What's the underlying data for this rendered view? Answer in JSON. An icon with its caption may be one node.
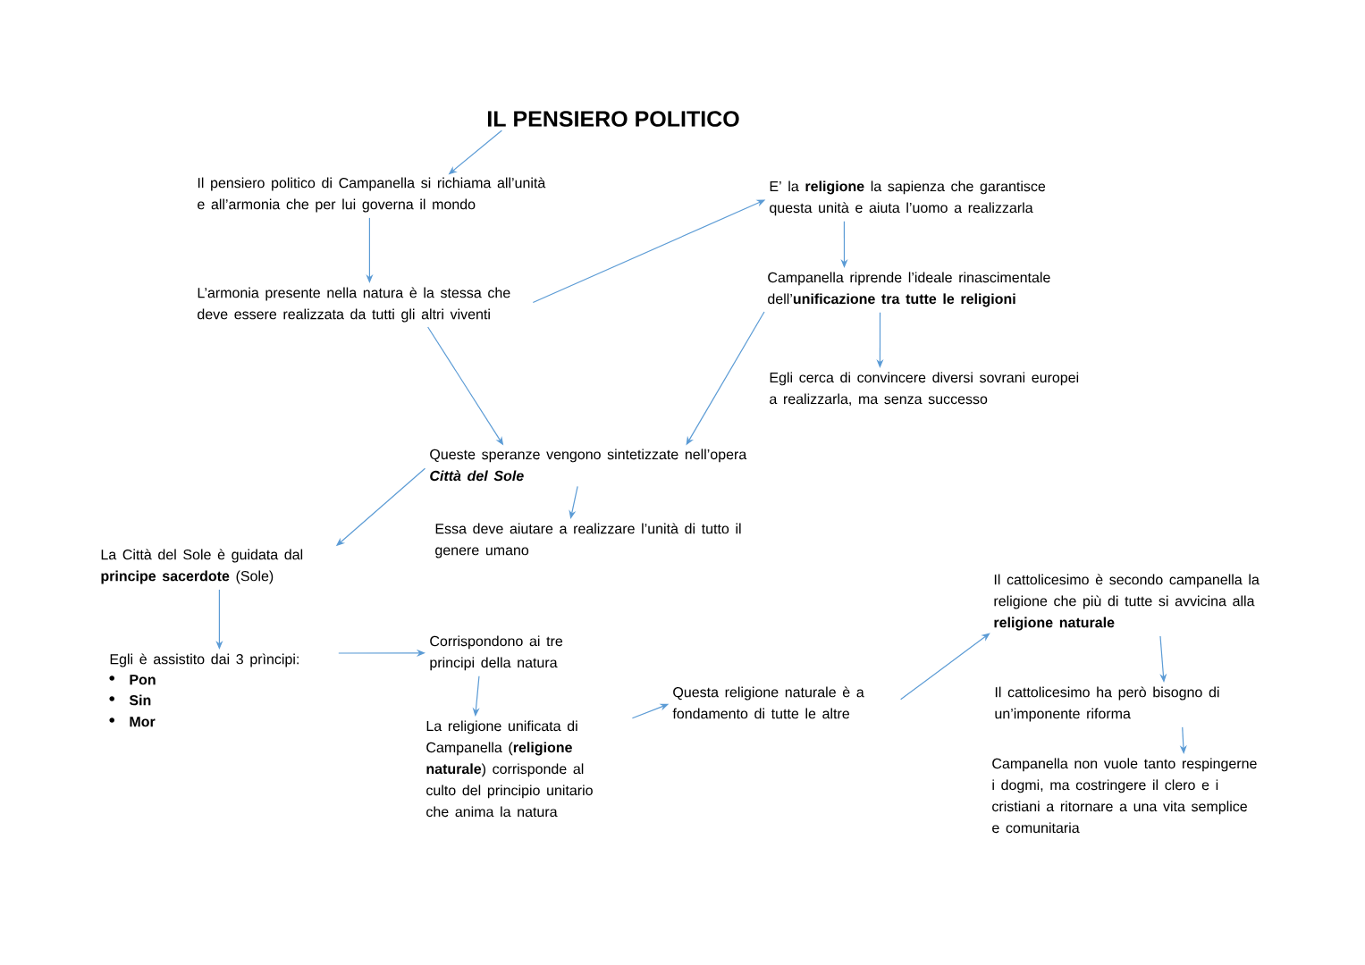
{
  "diagram": {
    "nodes": [
      {
        "text": [
          "IL PENSIERO POLITICO"
        ]
      },
      {
        "text": [
          "Il pensiero politico di Campanella si richiama all’unità e all’armonia che per lui governa il mondo"
        ]
      },
      {
        "text": [
          "L’armonia presente nella natura è la stessa che deve essere realizzata da tutti gli altri viventi"
        ]
      },
      {
        "text": [
          "E’ la **religione** la sapienza che garantisce questa unità e aiuta l’uomo a realizzarla"
        ]
      },
      {
        "text": [
          "Campanella riprende l’ideale rinascimentale dell’**unificazione tra tutte le religioni**"
        ]
      },
      {
        "text": [
          "Egli cerca di convincere diversi sovrani europei a realizzarla, ma senza successo"
        ]
      },
      {
        "text": [
          "Queste speranze vengono sintetizzate nell’opera",
          "Città del Sole"
        ]
      },
      {
        "text": [
          "Essa deve aiutare a realizzare l’unità di tutto il genere umano"
        ]
      },
      {
        "text": [
          "La Città del Sole è guidata dal **principe sacerdote** (Sole)"
        ]
      },
      {
        "text": [
          "Egli è assistito dai 3 prìncipi:",
          "Pon",
          "Sin",
          "Mor"
        ]
      },
      {
        "text": [
          "Corrispondono ai tre principi della natura"
        ]
      },
      {
        "text": [
          "La religione unificata di Campanella (**religione naturale**) corrisponde al culto del principio unitario che anima la natura"
        ]
      },
      {
        "text": [
          "Questa religione naturale è a fondamento di tutte le altre"
        ]
      },
      {
        "text": [
          "Il cattolicesimo è secondo campanella la religione che più di tutte si avvicina alla **religione naturale**"
        ]
      },
      {
        "text": [
          "Il cattolicesimo ha però bisogno di un’imponente riforma"
        ]
      },
      {
        "text": [
          "Campanella non vuole tanto respingerne i dogmi, ma costringere il clero e i cristiani a ritornare a una vita semplice e comunitaria"
        ]
      }
    ],
    "edges": [
      {
        "from": 0,
        "to": 1,
        "arrow": "to"
      },
      {
        "from": 1,
        "to": 2,
        "arrow": "to"
      },
      {
        "from": 2,
        "to": 3,
        "arrow": "to"
      },
      {
        "from": 3,
        "to": 4,
        "arrow": "to"
      },
      {
        "from": 4,
        "to": 5,
        "arrow": "to"
      },
      {
        "from": 2,
        "to": 6,
        "arrow": "to"
      },
      {
        "from": 4,
        "to": 6,
        "arrow": "to"
      },
      {
        "from": 6,
        "to": 7,
        "arrow": "to"
      },
      {
        "from": 6,
        "to": 8,
        "arrow": "to"
      },
      {
        "from": 8,
        "to": 9,
        "arrow": "to"
      },
      {
        "from": 9,
        "to": 10,
        "arrow": "to"
      },
      {
        "from": 10,
        "to": 11,
        "arrow": "to"
      },
      {
        "from": 11,
        "to": 12,
        "arrow": "to"
      },
      {
        "from": 12,
        "to": 13,
        "arrow": "to"
      },
      {
        "from": 13,
        "to": 14,
        "arrow": "to"
      },
      {
        "from": 14,
        "to": 15,
        "arrow": "to"
      }
    ]
  }
}
